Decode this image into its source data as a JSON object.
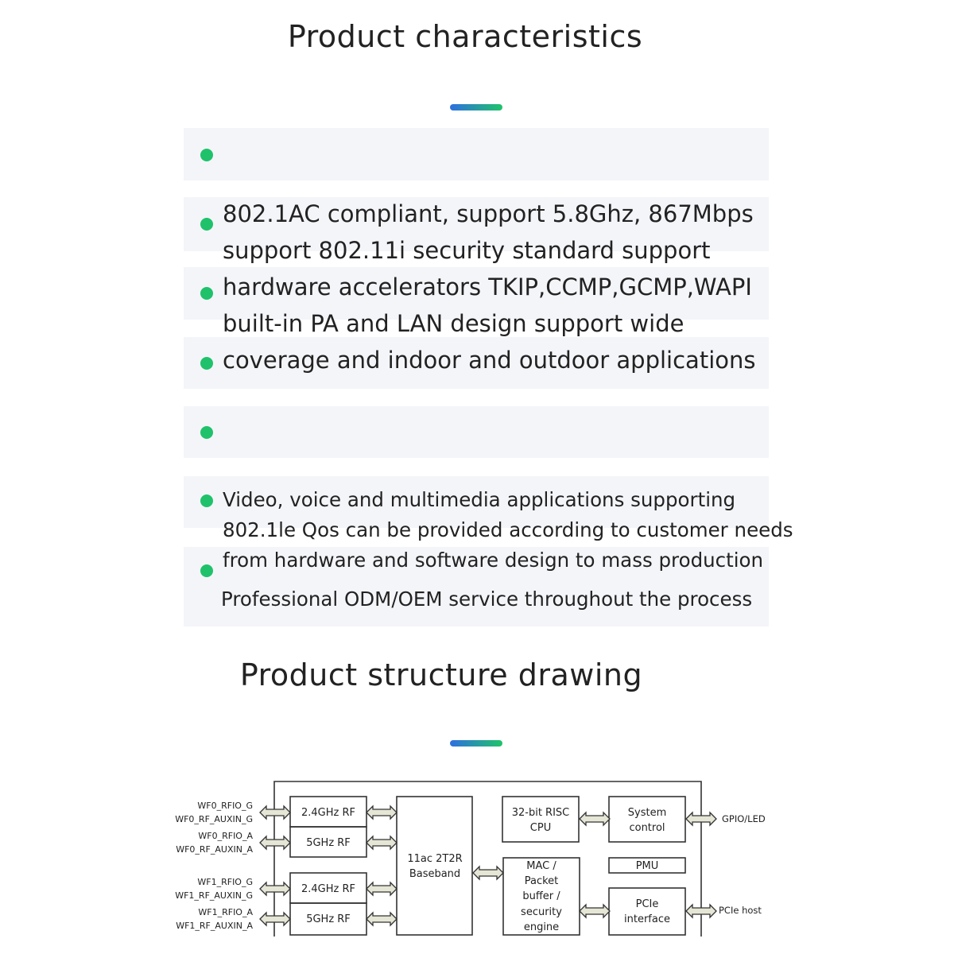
{
  "characteristics": {
    "title": "Product characteristics",
    "section1_lines": [
      "802.1AC compliant, support 5.8Ghz, 867Mbps",
      "support 802.11i security standard support",
      "hardware accelerators TKIP,CCMP,GCMP,WAPI",
      "built-in PA and LAN design support wide",
      "coverage and indoor and outdoor applications"
    ],
    "section2_lines": [
      "Video, voice and multimedia applications supporting",
      "802.1le Qos can be provided according to customer needs",
      "from hardware and software design to mass production",
      "Professional ODM/OEM service throughout the process"
    ]
  },
  "structure": {
    "title": "Product structure drawing",
    "pins": {
      "wf0_g1": "WF0_RFIO_G",
      "wf0_g2": "WF0_RF_AUXIN_G",
      "wf0_a1": "WF0_RFIO_A",
      "wf0_a2": "WF0_RF_AUXIN_A",
      "wf1_g1": "WF1_RFIO_G",
      "wf1_g2": "WF1_RF_AUXIN_G",
      "wf1_a1": "WF1_RFIO_A",
      "wf1_a2": "WF1_RF_AUXIN_A",
      "gpio": "GPIO/LED",
      "pcie_host": "PCIe host"
    },
    "blocks": {
      "rf24_0": "2.4GHz RF",
      "rf5_0": "5GHz RF",
      "rf24_1": "2.4GHz RF",
      "rf5_1": "5GHz RF",
      "baseband1": "11ac 2T2R",
      "baseband2": "Baseband",
      "cpu1": "32-bit RISC",
      "cpu2": "CPU",
      "sys1": "System",
      "sys2": "control",
      "pmu": "PMU",
      "mac1": "MAC /",
      "mac2": "Packet",
      "mac3": "buffer /",
      "mac4": "security",
      "mac5": "engine",
      "pcie1": "PCIe",
      "pcie2": "interface"
    }
  }
}
